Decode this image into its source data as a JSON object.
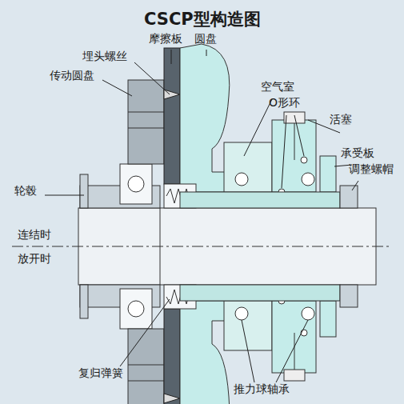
{
  "diagram": {
    "title": "CSCP型构造图",
    "labels": [
      "埋头螺丝",
      "摩擦板",
      "圆盘",
      "传动圆盘",
      "空气室",
      "O形环",
      "活塞",
      "承受板",
      "调整螺帽",
      "轮毂",
      "连结时",
      "放开时",
      "复归弹簧",
      "推力球轴承"
    ]
  }
}
